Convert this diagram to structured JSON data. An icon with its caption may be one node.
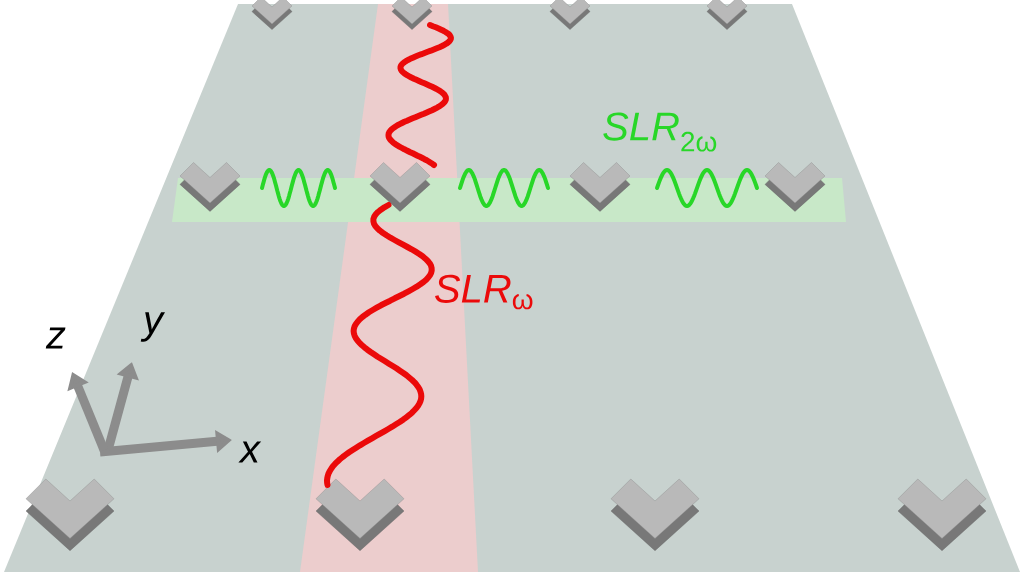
{
  "diagram": {
    "labels": [
      "*SLR*$_{2ω}$",
      "*SLR*$_{ω}$",
      "z",
      "y",
      "x"
    ]
  }
}
